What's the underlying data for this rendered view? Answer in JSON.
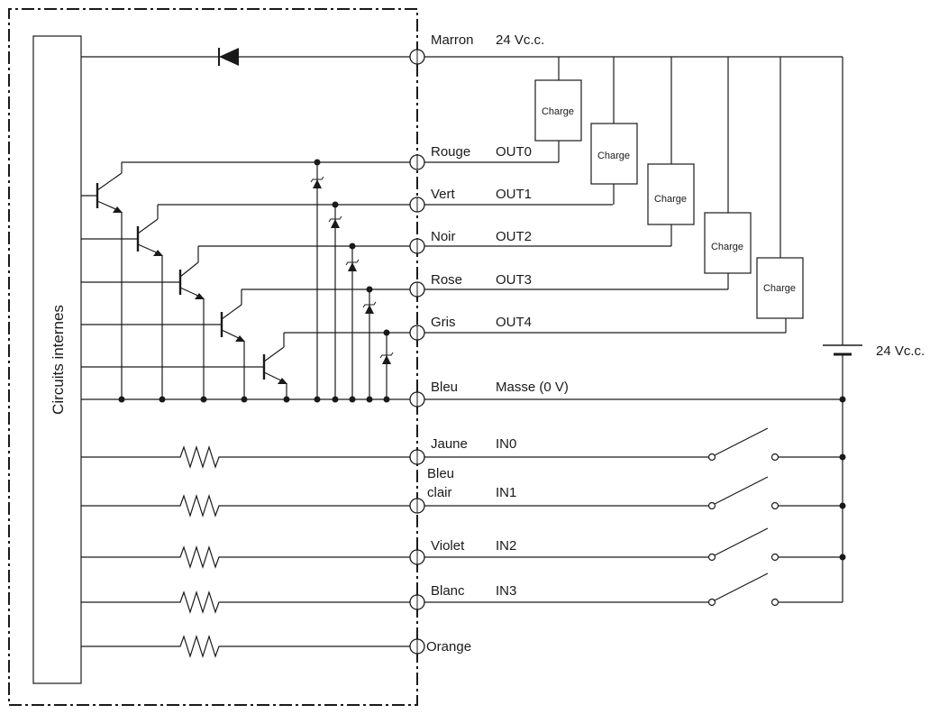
{
  "block_label": "Circuits internes",
  "terminals": [
    {
      "color": "Marron",
      "signal": "24 Vc.c."
    },
    {
      "color": "Rouge",
      "signal": "OUT0"
    },
    {
      "color": "Vert",
      "signal": "OUT1"
    },
    {
      "color": "Noir",
      "signal": "OUT2"
    },
    {
      "color": "Rose",
      "signal": "OUT3"
    },
    {
      "color": "Gris",
      "signal": "OUT4"
    },
    {
      "color": "Bleu",
      "signal": "Masse (0 V)"
    },
    {
      "color": "Jaune",
      "signal": "IN0"
    },
    {
      "color": "Bleu",
      "color2": "clair",
      "signal": "IN1"
    },
    {
      "color": "Violet",
      "signal": "IN2"
    },
    {
      "color": "Blanc",
      "signal": "IN3"
    },
    {
      "color": "Orange",
      "signal": ""
    }
  ],
  "load_label": "Charge",
  "supply_label": "24 Vc.c."
}
